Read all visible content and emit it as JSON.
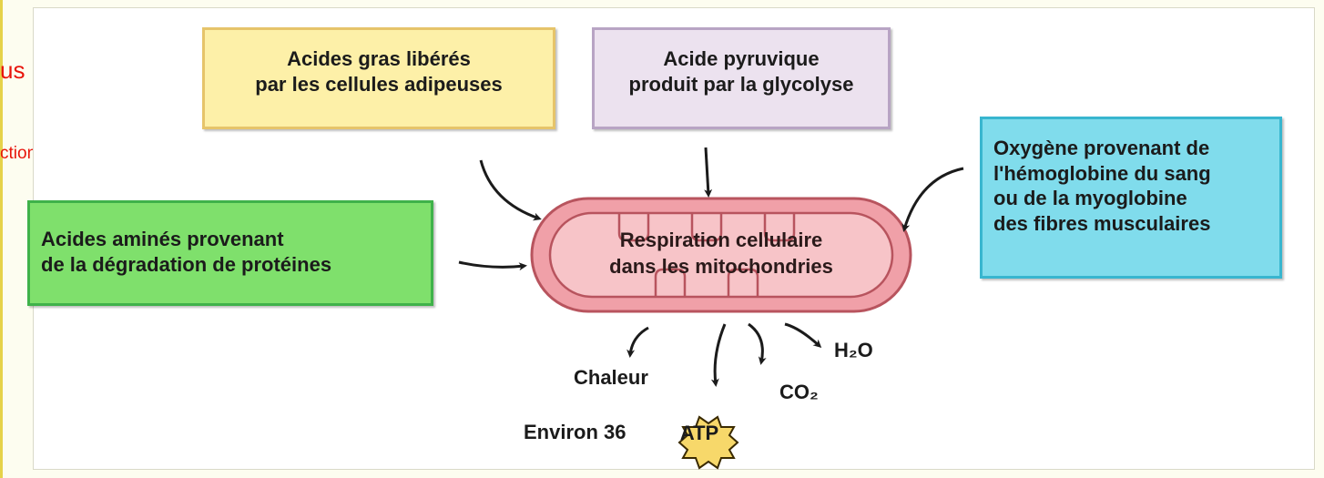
{
  "slide": {
    "text_fragment_1": "us",
    "text_fragment_2": "ctionnement"
  },
  "diagram": {
    "inputs": {
      "fatty_acids": {
        "line1": "Acides gras libérés",
        "line2": "par les cellules adipeuses"
      },
      "pyruvic_acid": {
        "line1": "Acide pyruvique",
        "line2": "produit par la glycolyse"
      },
      "oxygen": {
        "line1": "Oxygène provenant de",
        "line2": "l'hémoglobine du sang",
        "line3": "ou de la myoglobine",
        "line4": "des fibres musculaires"
      },
      "amino_acids": {
        "line1": "Acides aminés provenant",
        "line2": "de la dégradation de protéines"
      }
    },
    "center": {
      "line1": "Respiration cellulaire",
      "line2": "dans les mitochondries"
    },
    "outputs": {
      "heat": "Chaleur",
      "water": "H₂O",
      "co2": "CO₂",
      "atp_prefix": "Environ 36",
      "atp": "ATP"
    }
  },
  "colors": {
    "fatty_box": "#fdf0a8",
    "pyruvic_box": "#ece2ef",
    "oxygen_box": "#80dcec",
    "amino_box": "#7fe06c",
    "mitochondrion_outer": "#f0a0a8",
    "mitochondrion_inner": "#f7c4c8",
    "atp_star": "#f7d86a",
    "slide_text": "#e8150c"
  }
}
